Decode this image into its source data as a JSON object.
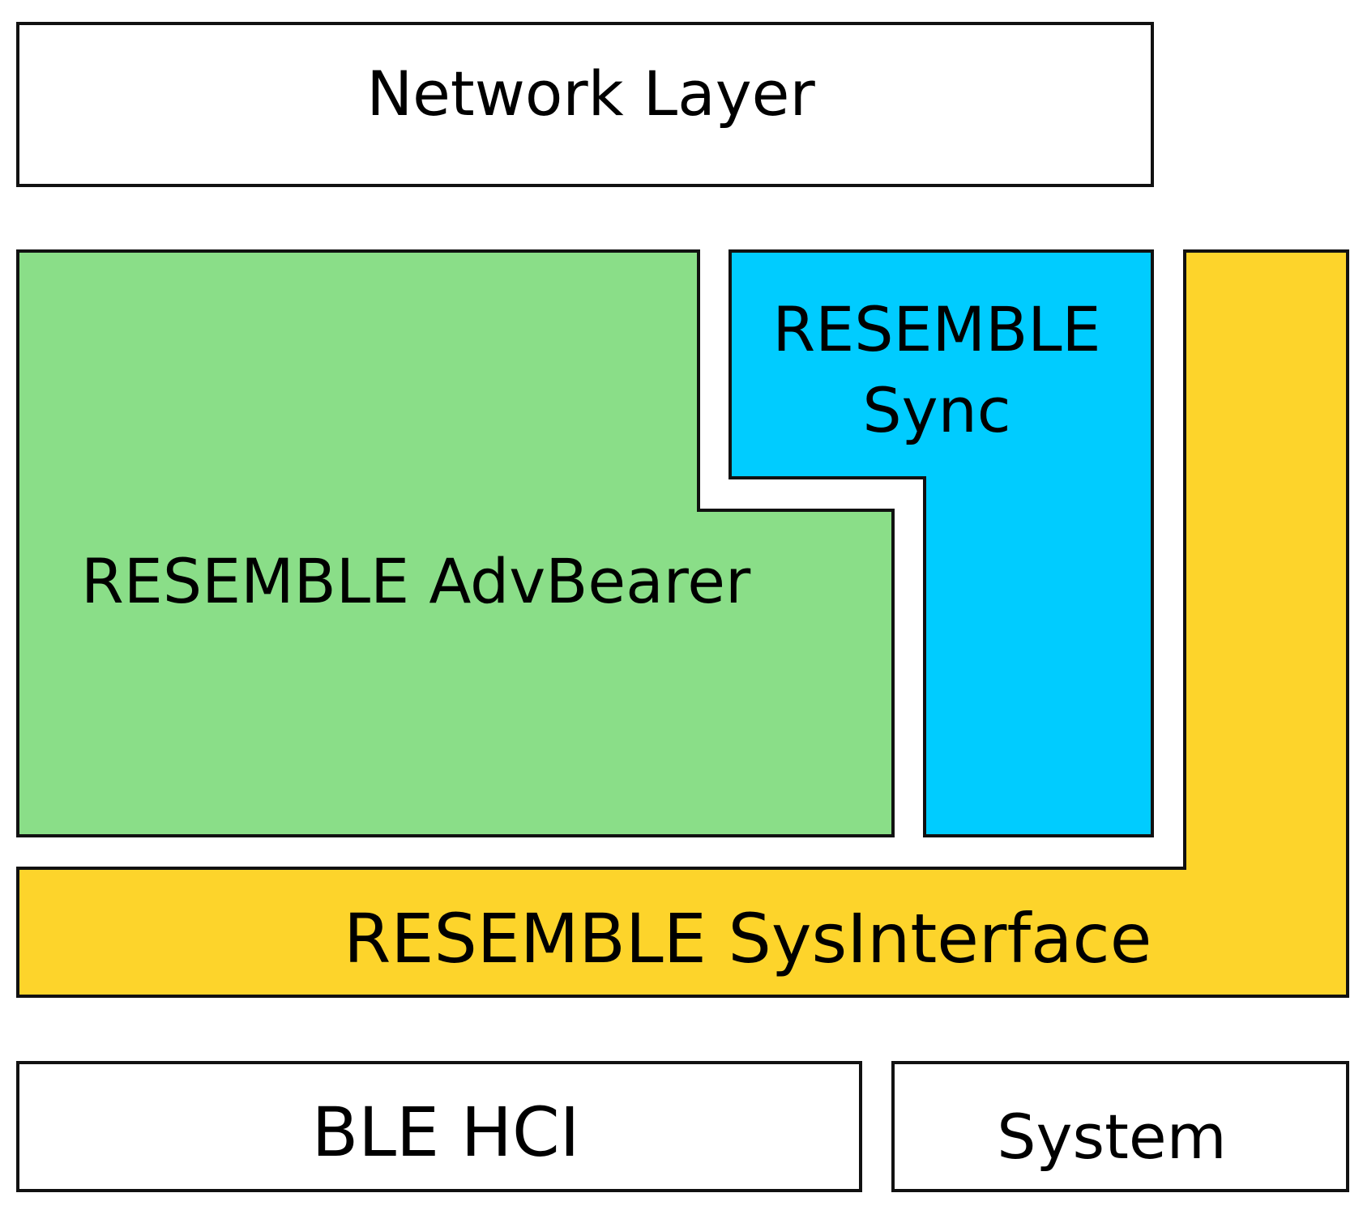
{
  "colors": {
    "network_layer": "#ffffff",
    "advbearer": "#8ade88",
    "sync": "#00ccff",
    "sysinterface": "#fdd42b",
    "ble_hci": "#ffffff",
    "system": "#ffffff",
    "outline": "#111111"
  },
  "blocks": {
    "network_layer": {
      "label": "Network Layer"
    },
    "advbearer": {
      "label": "RESEMBLE AdvBearer"
    },
    "sync": {
      "label_line1": "RESEMBLE",
      "label_line2": "Sync"
    },
    "sysinterface": {
      "label": "RESEMBLE SysInterface"
    },
    "ble_hci": {
      "label": "BLE HCI"
    },
    "system": {
      "label": "System"
    }
  }
}
